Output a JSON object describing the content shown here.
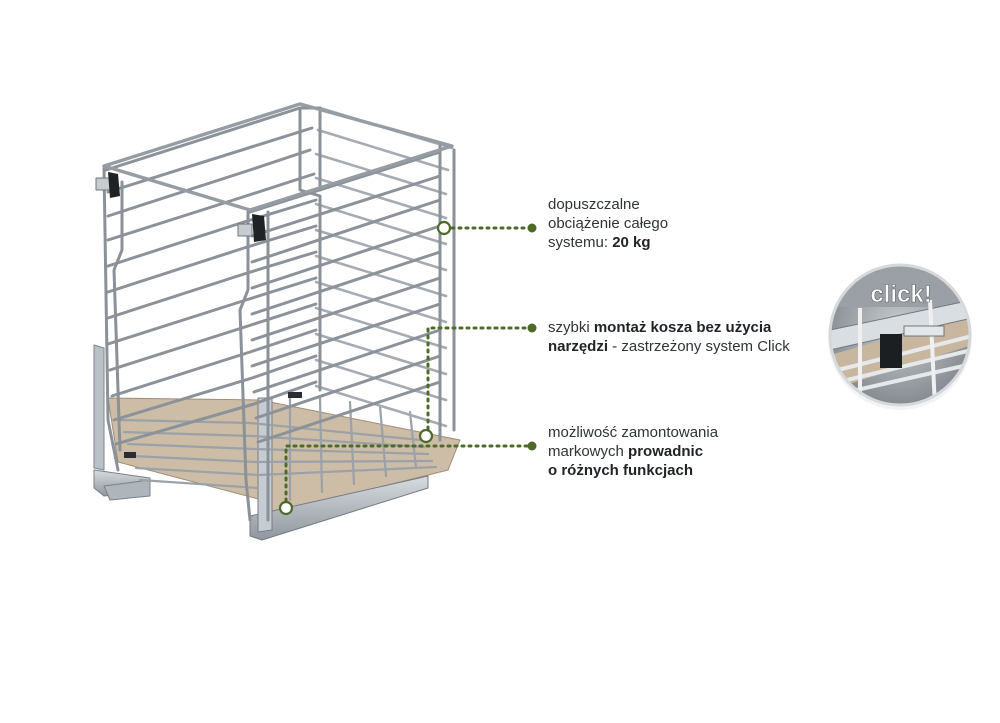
{
  "callouts": {
    "load": {
      "line1": "dopuszczalne",
      "line2": "obciążenie całego",
      "line3_prefix": "systemu: ",
      "line3_bold": "20 kg"
    },
    "click_system": {
      "line1_prefix": "szybki ",
      "line1_bold": "montaż kosza bez użycia",
      "line2_bold": "narzędzi",
      "line2_suffix": " - zastrzeżony system Click"
    },
    "runners": {
      "line1": "możliwość zamontowania",
      "line2_prefix": "markowych ",
      "line2_bold": "prowadnic",
      "line3_bold": "o różnych funkcjach"
    }
  },
  "detail_badge": {
    "label": "click!"
  },
  "colors": {
    "accent_green": "#4d6a2a",
    "text": "#2f3438",
    "chrome": "#8e959c",
    "wood": "#c9b79f"
  }
}
